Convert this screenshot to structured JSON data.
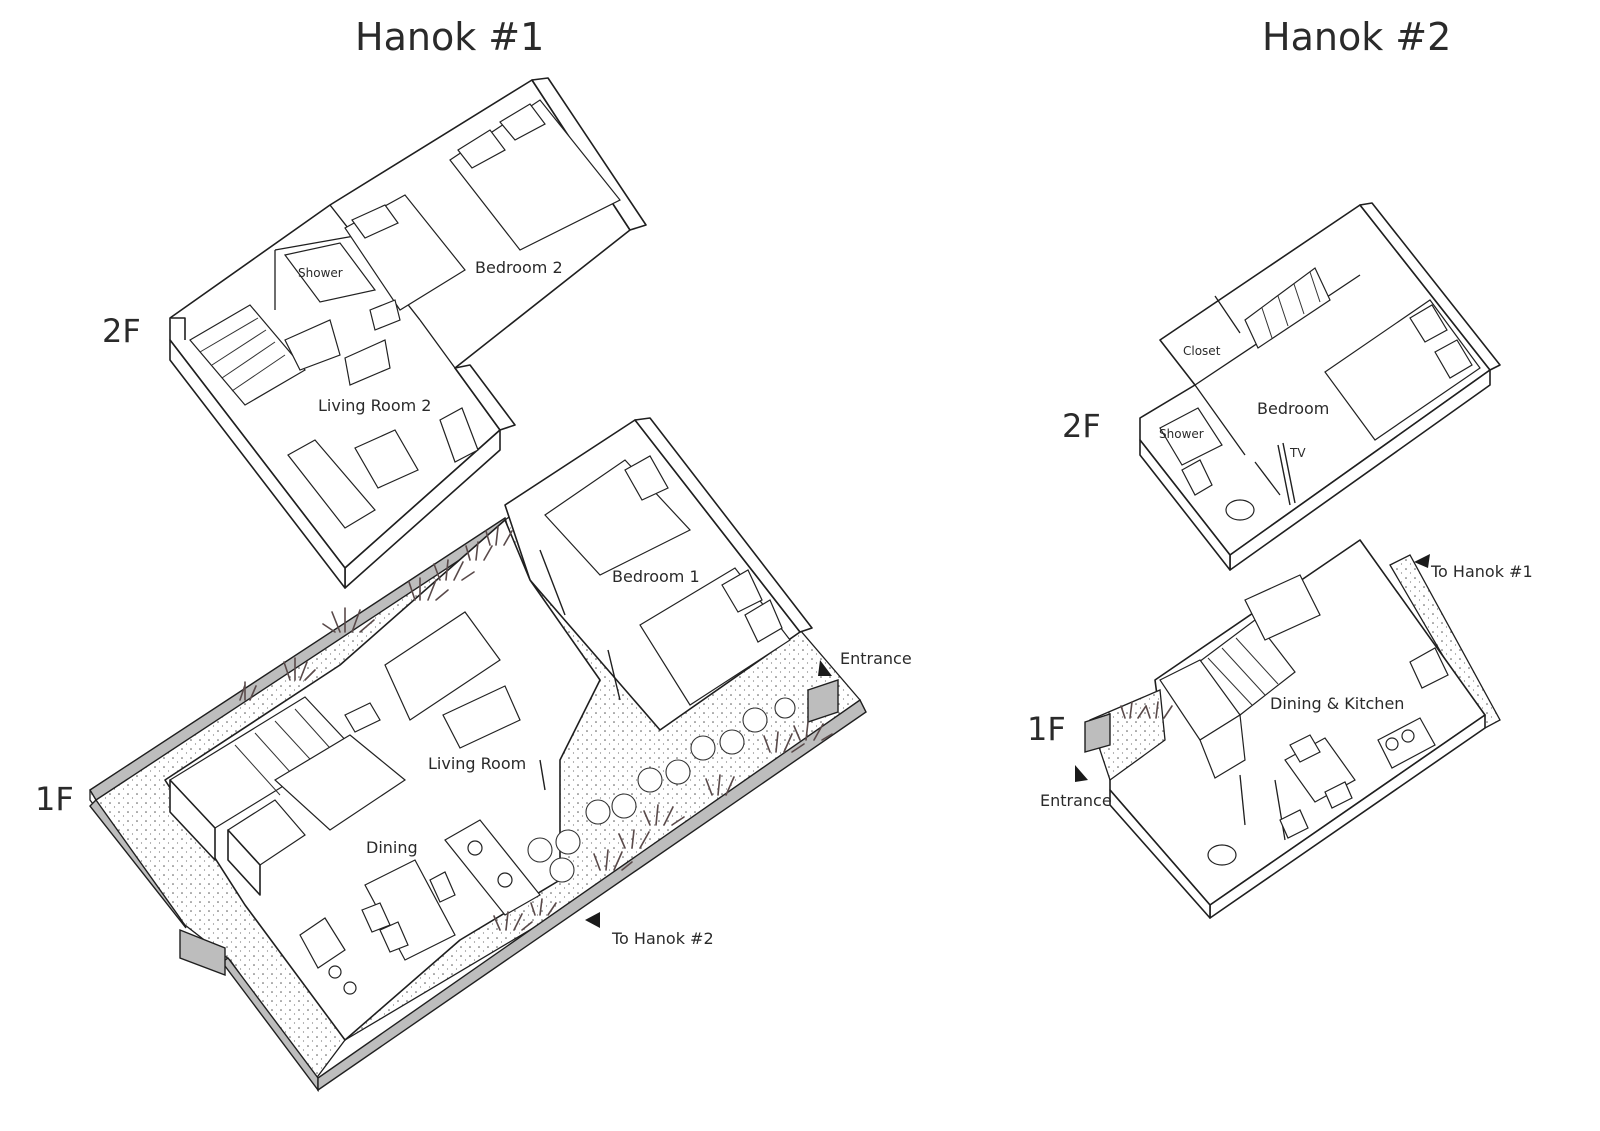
{
  "titles": {
    "hanok1": "Hanok #1",
    "hanok2": "Hanok #2"
  },
  "floors": {
    "h1_2f": "2F",
    "h1_1f": "1F",
    "h2_2f": "2F",
    "h2_1f": "1F"
  },
  "rooms_h1": {
    "shower": "Shower",
    "bedroom2": "Bedroom 2",
    "living_room2": "Living Room 2",
    "bedroom1": "Bedroom 1",
    "living_room": "Living Room",
    "dining": "Dining",
    "entrance": "Entrance",
    "to_hanok2": "To Hanok #2"
  },
  "rooms_h2": {
    "closet": "Closet",
    "bedroom": "Bedroom",
    "shower": "Shower",
    "tv": "TV",
    "to_hanok1": "To Hanok #1",
    "dining_kitchen": "Dining & Kitchen",
    "entrance": "Entrance"
  },
  "colors": {
    "line": "#1f1f1f",
    "wall_fill": "#ffffff",
    "door_gray": "#bdbdbd",
    "plant": "#5a4a4a"
  }
}
